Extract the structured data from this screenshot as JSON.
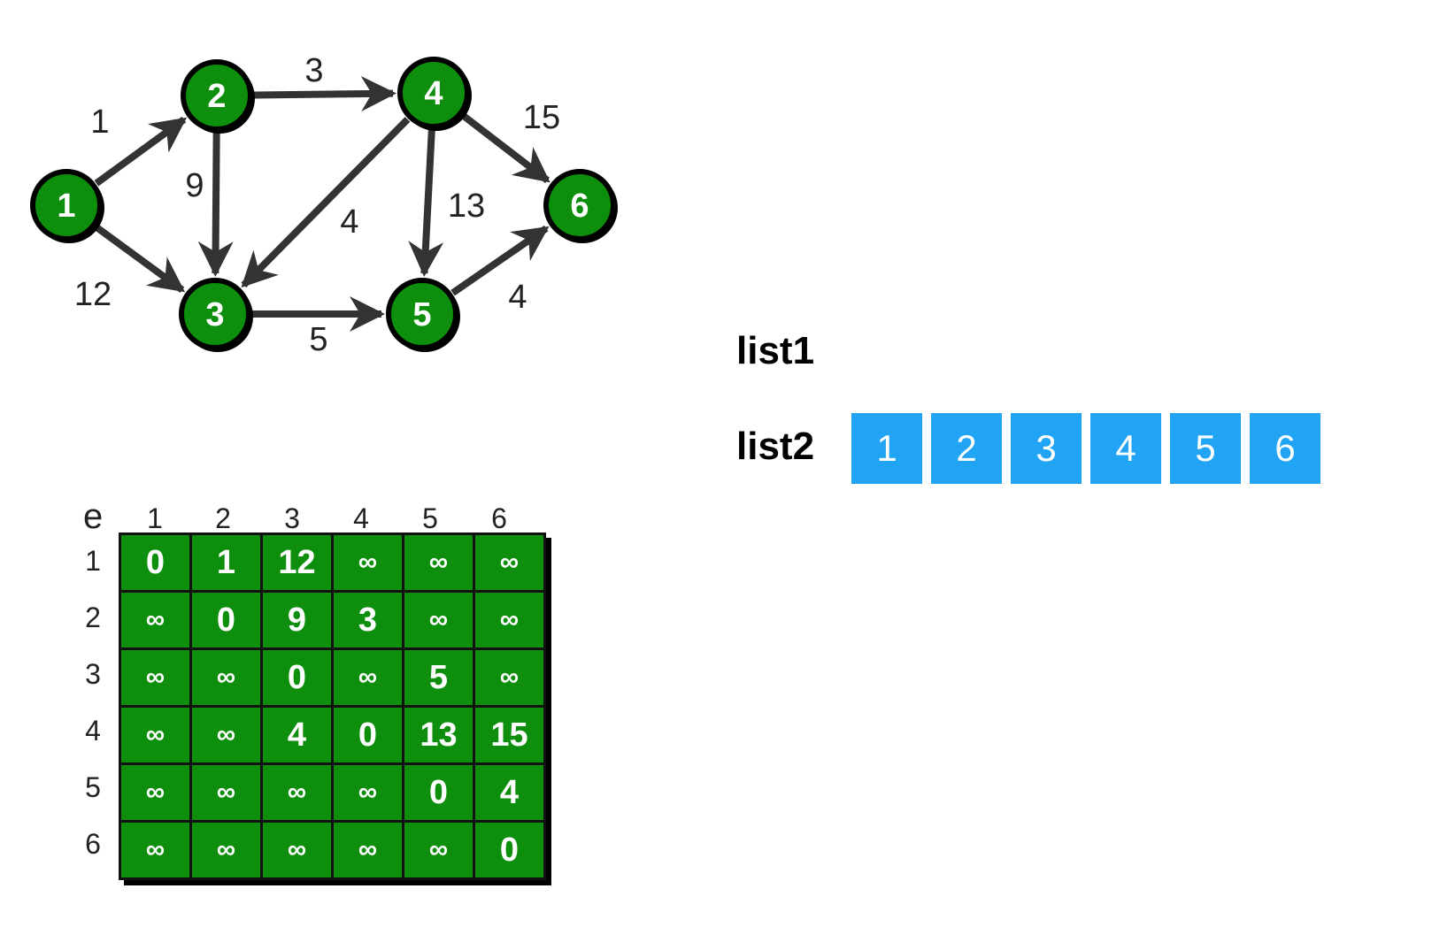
{
  "graph": {
    "nodes": [
      {
        "id": "1",
        "label": "1"
      },
      {
        "id": "2",
        "label": "2"
      },
      {
        "id": "3",
        "label": "3"
      },
      {
        "id": "4",
        "label": "4"
      },
      {
        "id": "5",
        "label": "5"
      },
      {
        "id": "6",
        "label": "6"
      }
    ],
    "edges": [
      {
        "from": "1",
        "to": "2",
        "weight": "1"
      },
      {
        "from": "1",
        "to": "3",
        "weight": "12"
      },
      {
        "from": "2",
        "to": "3",
        "weight": "9"
      },
      {
        "from": "2",
        "to": "4",
        "weight": "3"
      },
      {
        "from": "4",
        "to": "3",
        "weight": "4"
      },
      {
        "from": "3",
        "to": "5",
        "weight": "5"
      },
      {
        "from": "4",
        "to": "5",
        "weight": "13"
      },
      {
        "from": "4",
        "to": "6",
        "weight": "15"
      },
      {
        "from": "5",
        "to": "6",
        "weight": "4"
      }
    ],
    "colors": {
      "node_fill": "#0d8f0d",
      "node_outline": "#000000",
      "edge": "#333333"
    }
  },
  "matrix": {
    "corner_label": "e",
    "col_headers": [
      "1",
      "2",
      "3",
      "4",
      "5",
      "6"
    ],
    "row_headers": [
      "1",
      "2",
      "3",
      "4",
      "5",
      "6"
    ],
    "rows": [
      [
        "0",
        "1",
        "12",
        "∞",
        "∞",
        "∞"
      ],
      [
        "∞",
        "0",
        "9",
        "3",
        "∞",
        "∞"
      ],
      [
        "∞",
        "∞",
        "0",
        "∞",
        "5",
        "∞"
      ],
      [
        "∞",
        "∞",
        "4",
        "0",
        "13",
        "15"
      ],
      [
        "∞",
        "∞",
        "∞",
        "∞",
        "0",
        "4"
      ],
      [
        "∞",
        "∞",
        "∞",
        "∞",
        "∞",
        "0"
      ]
    ],
    "color": "#0d8f0d"
  },
  "lists": {
    "list1": {
      "label": "list1",
      "items": []
    },
    "list2": {
      "label": "list2",
      "items": [
        "1",
        "2",
        "3",
        "4",
        "5",
        "6"
      ]
    },
    "cell_color": "#20a4f3"
  }
}
